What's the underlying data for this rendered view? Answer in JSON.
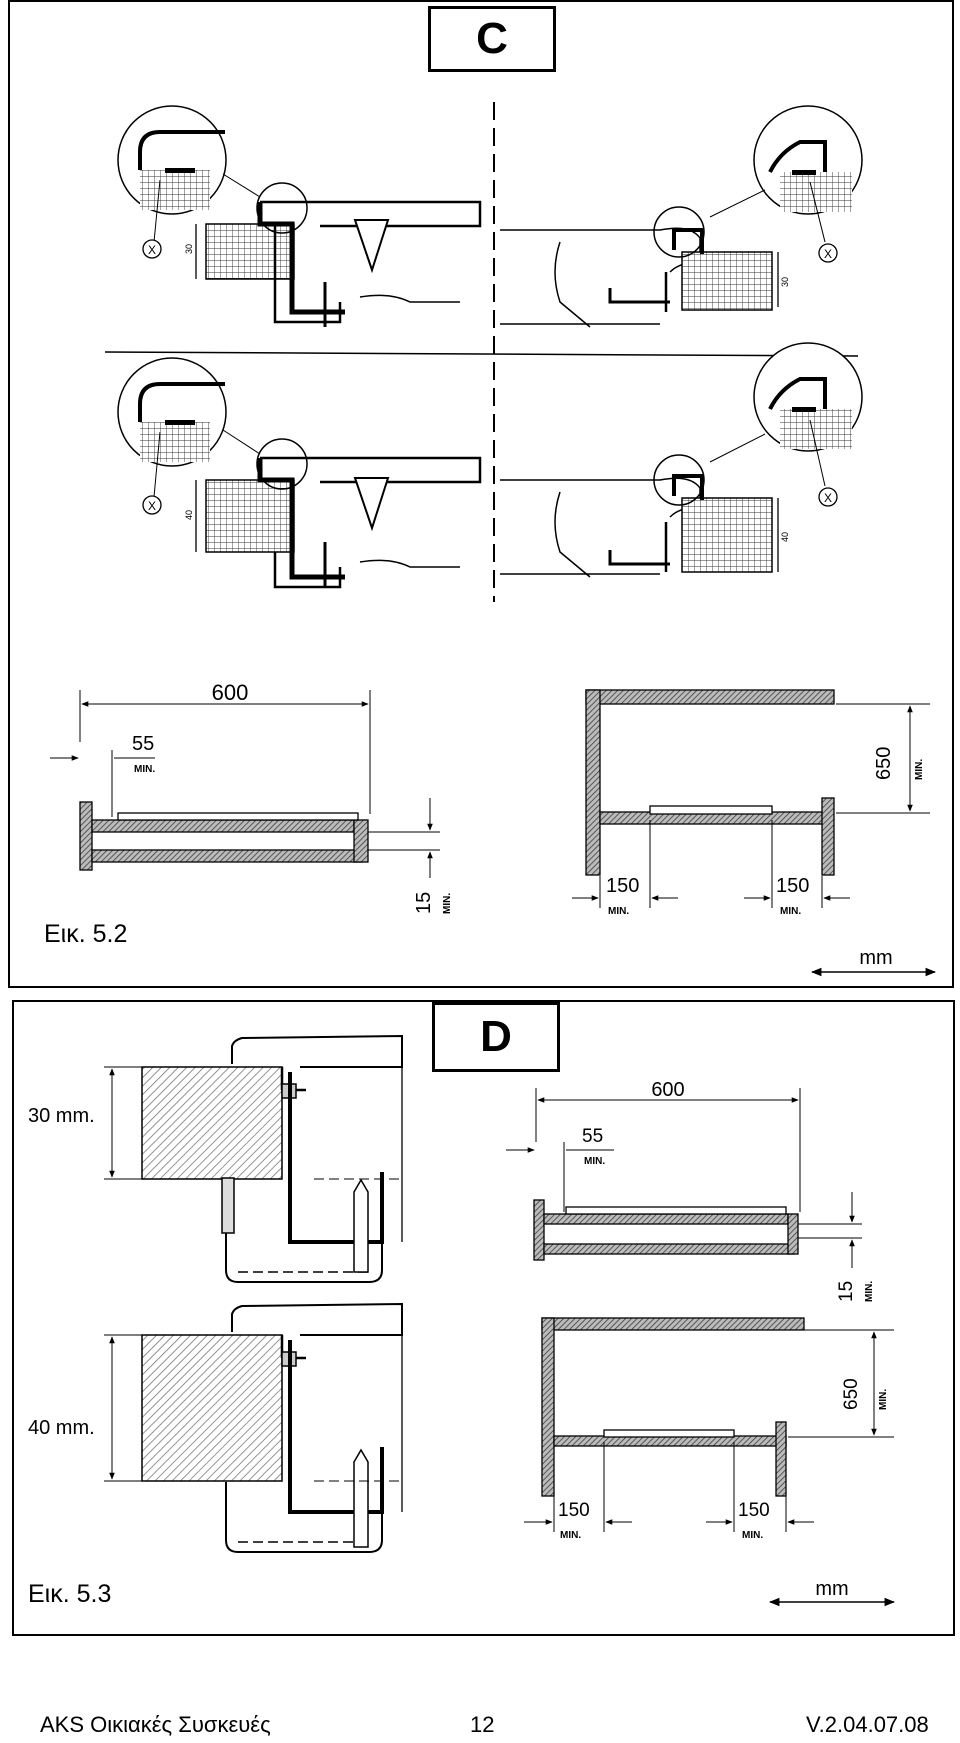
{
  "panel_c": {
    "letter": "C",
    "caption": "Εικ. 5.2",
    "unit": "mm",
    "detail_marker": "X",
    "detail_dims": [
      "30",
      "30",
      "40",
      "40"
    ],
    "hob_dims": {
      "width": "600",
      "setback": "55",
      "setback_min": "MIN.",
      "clearance": "15",
      "clearance_min": "MIN."
    },
    "cabinet_dims": {
      "height": "650",
      "height_min": "MIN.",
      "side_left": "150",
      "side_left_min": "MIN.",
      "side_right": "150",
      "side_right_min": "MIN."
    }
  },
  "panel_d": {
    "letter": "D",
    "caption": "Εικ. 5.3",
    "unit": "mm",
    "thickness_30": "30 mm.",
    "thickness_40": "40 mm.",
    "hob_dims": {
      "width": "600",
      "setback": "55",
      "setback_min": "MIN.",
      "clearance": "15",
      "clearance_min": "MIN."
    },
    "cabinet_dims": {
      "height": "650",
      "height_min": "MIN.",
      "side_left": "150",
      "side_left_min": "MIN.",
      "side_right": "150",
      "side_right_min": "MIN."
    }
  },
  "footer": {
    "company": "AKS Οικιακές Συσκευές",
    "page": "12",
    "version": "V.2.04.07.08"
  }
}
